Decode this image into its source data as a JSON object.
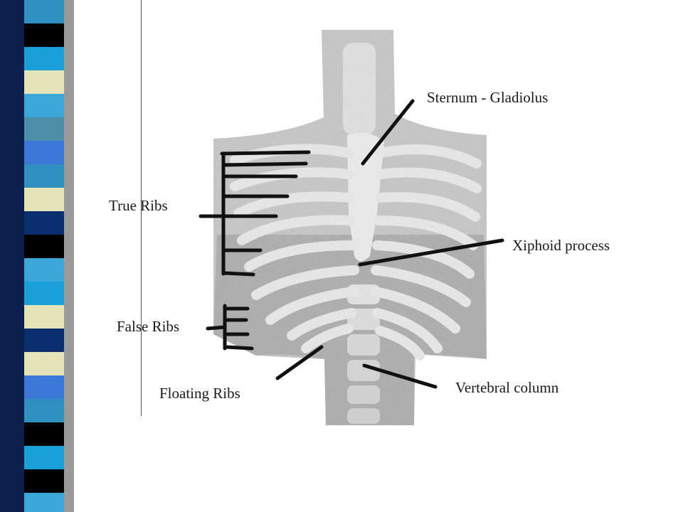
{
  "colors": {
    "stripes": [
      "#2f8fbf",
      "#0a2f6e",
      "#3aa7d8",
      "#000000",
      "#e5e3b8",
      "#4d8fa9",
      "#1aa0d8",
      "#0a2f6e",
      "#3c78d8",
      "#e5e3b8",
      "#000000"
    ],
    "bone_light": "#f4f4f4",
    "bone_shadow": "#9a9a9a",
    "ink": "#111111"
  },
  "labels": {
    "sternum": "Sternum - Gladiolus",
    "true_ribs": "True Ribs",
    "xiphoid": "Xiphoid process",
    "false_ribs": "False Ribs",
    "floating_ribs": "Floating Ribs",
    "vertebral": "Vertebral column"
  }
}
